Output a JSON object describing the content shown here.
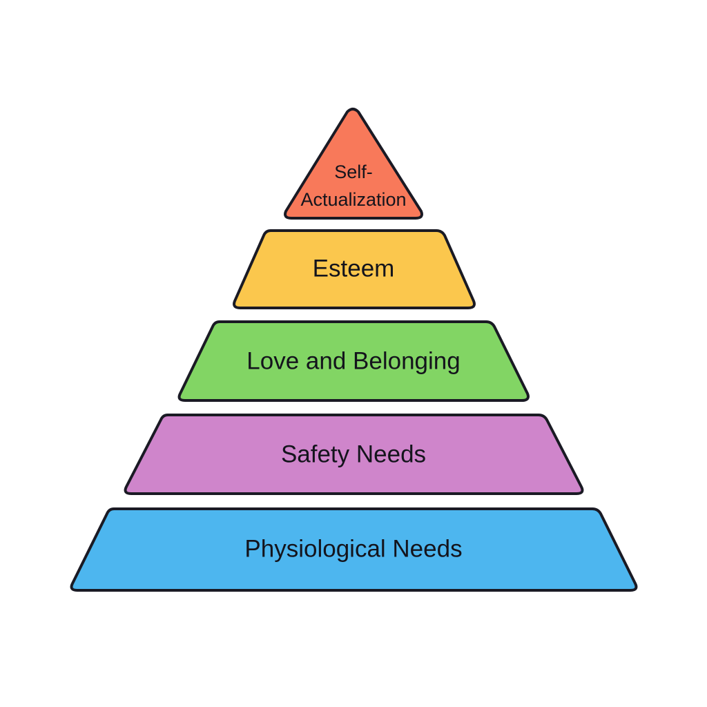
{
  "diagram": {
    "tiers": [
      {
        "label_lines": [
          "Self-",
          "Actualization"
        ],
        "color": "#f8795a"
      },
      {
        "label_lines": [
          "Esteem"
        ],
        "color": "#fbc74d"
      },
      {
        "label_lines": [
          "Love and Belonging"
        ],
        "color": "#82d564"
      },
      {
        "label_lines": [
          "Safety Needs"
        ],
        "color": "#cf85cb"
      },
      {
        "label_lines": [
          "Physiological Needs"
        ],
        "color": "#4db6ef"
      }
    ],
    "outline_color": "#1a1a24"
  }
}
